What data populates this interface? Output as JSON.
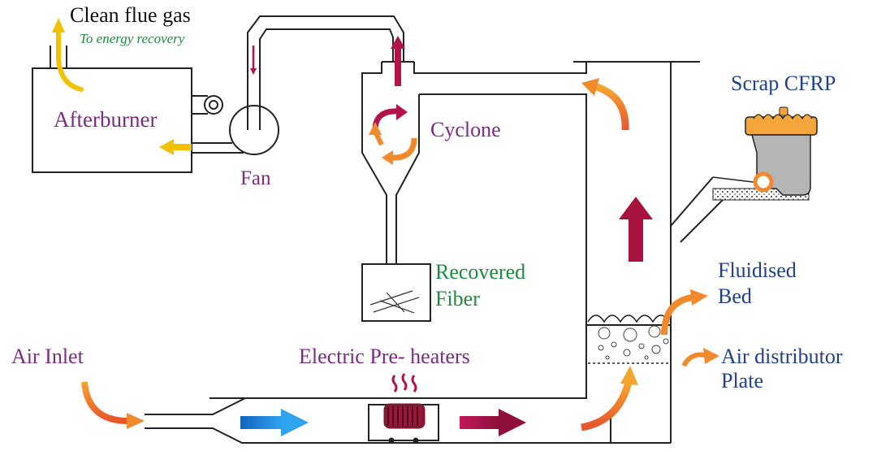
{
  "labels": {
    "clean_flue_gas": "Clean flue gas",
    "to_energy_recovery": "To energy recovery",
    "afterburner": "Afterburner",
    "fan": "Fan",
    "cyclone": "Cyclone",
    "recovered_fiber_line1": "Recovered",
    "recovered_fiber_line2": "Fiber",
    "scrap_cfrp": "Scrap CFRP",
    "fluidised_line1": "Fluidised",
    "fluidised_line2": "Bed",
    "air_distributor_line1": "Air distributor",
    "air_distributor_line2": "Plate",
    "air_inlet": "Air Inlet",
    "electric_preheaters": "Electric Pre- heaters"
  },
  "colors": {
    "purple": "#7a2c83",
    "blue": "#1f3f8f",
    "green": "#1d8a3e",
    "crimson": "#b3134a",
    "orange": "#f08a2c",
    "yellow": "#f2c100",
    "cold_air_blue": "#1f7fd6",
    "hopper_gray": "#b5b5b5"
  },
  "icons": [
    "flame-heat-icon",
    "coil-heater-icon",
    "fibers-icon",
    "cfrp-hopper-icon"
  ]
}
